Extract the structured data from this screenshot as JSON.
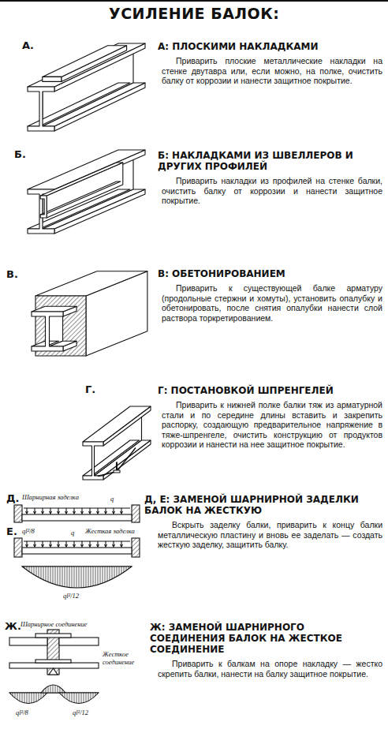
{
  "diagram": {
    "title": "УСИЛЕНИЕ БАЛОК:",
    "labels": [
      "А.",
      "А: ПЛОСКИМИ НАКЛАДКАМИ",
      "Приварить плоские металлические накладки на стенке двутавра или, если можно, на полке, очистить балку от коррозии и нанести защитное покрытие.",
      "Б.",
      "Б: НАКЛАДКАМИ ИЗ ШВЕЛЛЕРОВ И ДРУГИХ ПРОФИЛЕЙ",
      "Приварить накладки из профилей на стенке балки, очистить балку от коррозии и нанести защитное покрытие.",
      "В.",
      "В: ОБЕТОНИРОВАНИЕМ",
      "Приварить к существующей балке арматуру (продольные стержни и хомуты), установить опалубку и обетонировать, после снятия опалубки нанести слой раствора торкретированием.",
      "Г.",
      "Г: ПОСТАНОВКОЙ ШПРЕНГЕЛЕЙ",
      "Приварить к нижней полке балки тяж из арматурной стали и по середине длины вставить и закрепить распорку, создающую предварительное напряжение в тяже-шпренгеле, очистить конструкцию от продуктов коррозии и нанести на нее защитное покрытие.",
      "Д.",
      "Шарнирная заделка",
      "q",
      "Е.",
      "ql²/8",
      "q",
      "Жесткая заделка",
      "ql²/12",
      "Д, Е: ЗАМЕНОЙ ШАРНИРНОЙ ЗАДЕЛКИ БАЛОК НА ЖЕСТКУЮ",
      "Вскрыть заделку балки, приварить к концу балки металлическую пластину и вновь ее заделать — создать жесткую заделку, защитить балку.",
      "Ж.",
      "Шарнирное соединение",
      "Жесткое соединение",
      "ql²/8",
      "ql²/12",
      "Ж: ЗАМЕНОЙ ШАРНИРНОГО СОЕДИНЕНИЯ БАЛОК НА ЖЕСТКОЕ СОЕДИНЕНИЕ",
      "Приварить к балкам на опоре накладку — жестко скрепить балки, нанести на балку защитное покрытие."
    ]
  }
}
